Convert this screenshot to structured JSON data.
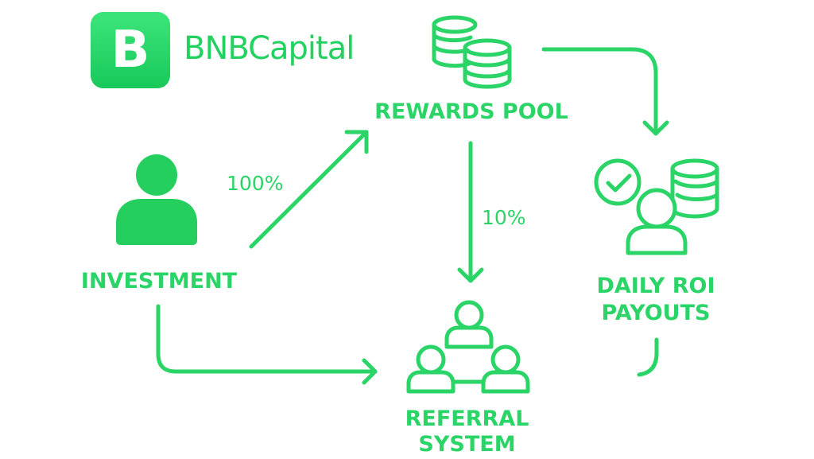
{
  "brand": {
    "logo_letter": "B",
    "name": "BNBCapital"
  },
  "nodes": {
    "rewards_pool": "REWARDS POOL",
    "investment": "INVESTMENT",
    "referral_line1": "REFERRAL",
    "referral_line2": "SYSTEM",
    "payouts_line1": "DAILY ROI",
    "payouts_line2": "PAYOUTS"
  },
  "edges": {
    "investment_to_pool": "100%",
    "pool_to_referral": "10%"
  },
  "colors": {
    "accent": "#2bd466",
    "logo": "#22cc5e"
  }
}
